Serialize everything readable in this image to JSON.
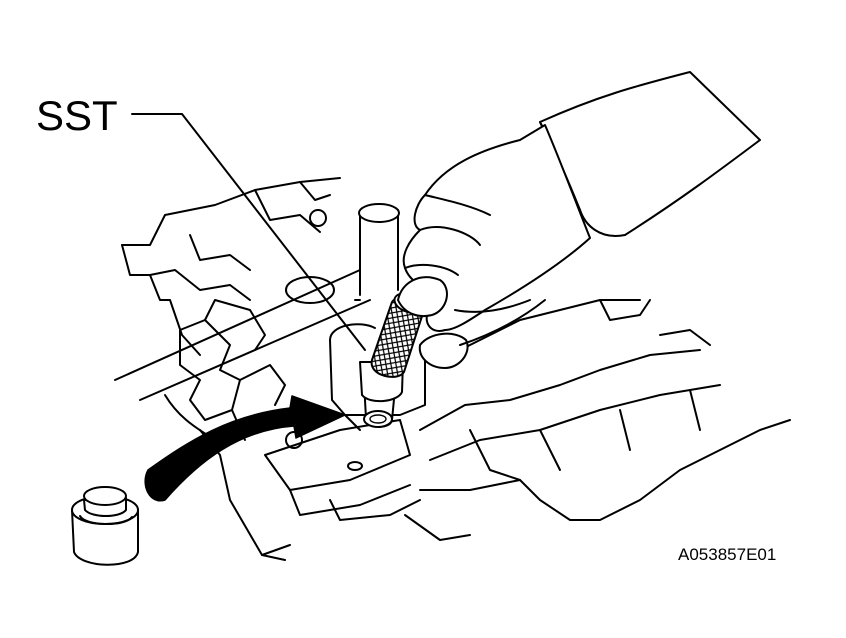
{
  "diagram": {
    "callout": {
      "label": "SST"
    },
    "figure_code": "A053857E01",
    "icons": {
      "valve_body": "valve-body-housing-illustration",
      "tool": "special-service-tool-illustration",
      "hand": "hand-illustration",
      "part": "cylindrical-plug-part-illustration",
      "arrow": "curved-installation-arrow"
    },
    "colors": {
      "line": "#000000",
      "background": "#ffffff"
    }
  }
}
